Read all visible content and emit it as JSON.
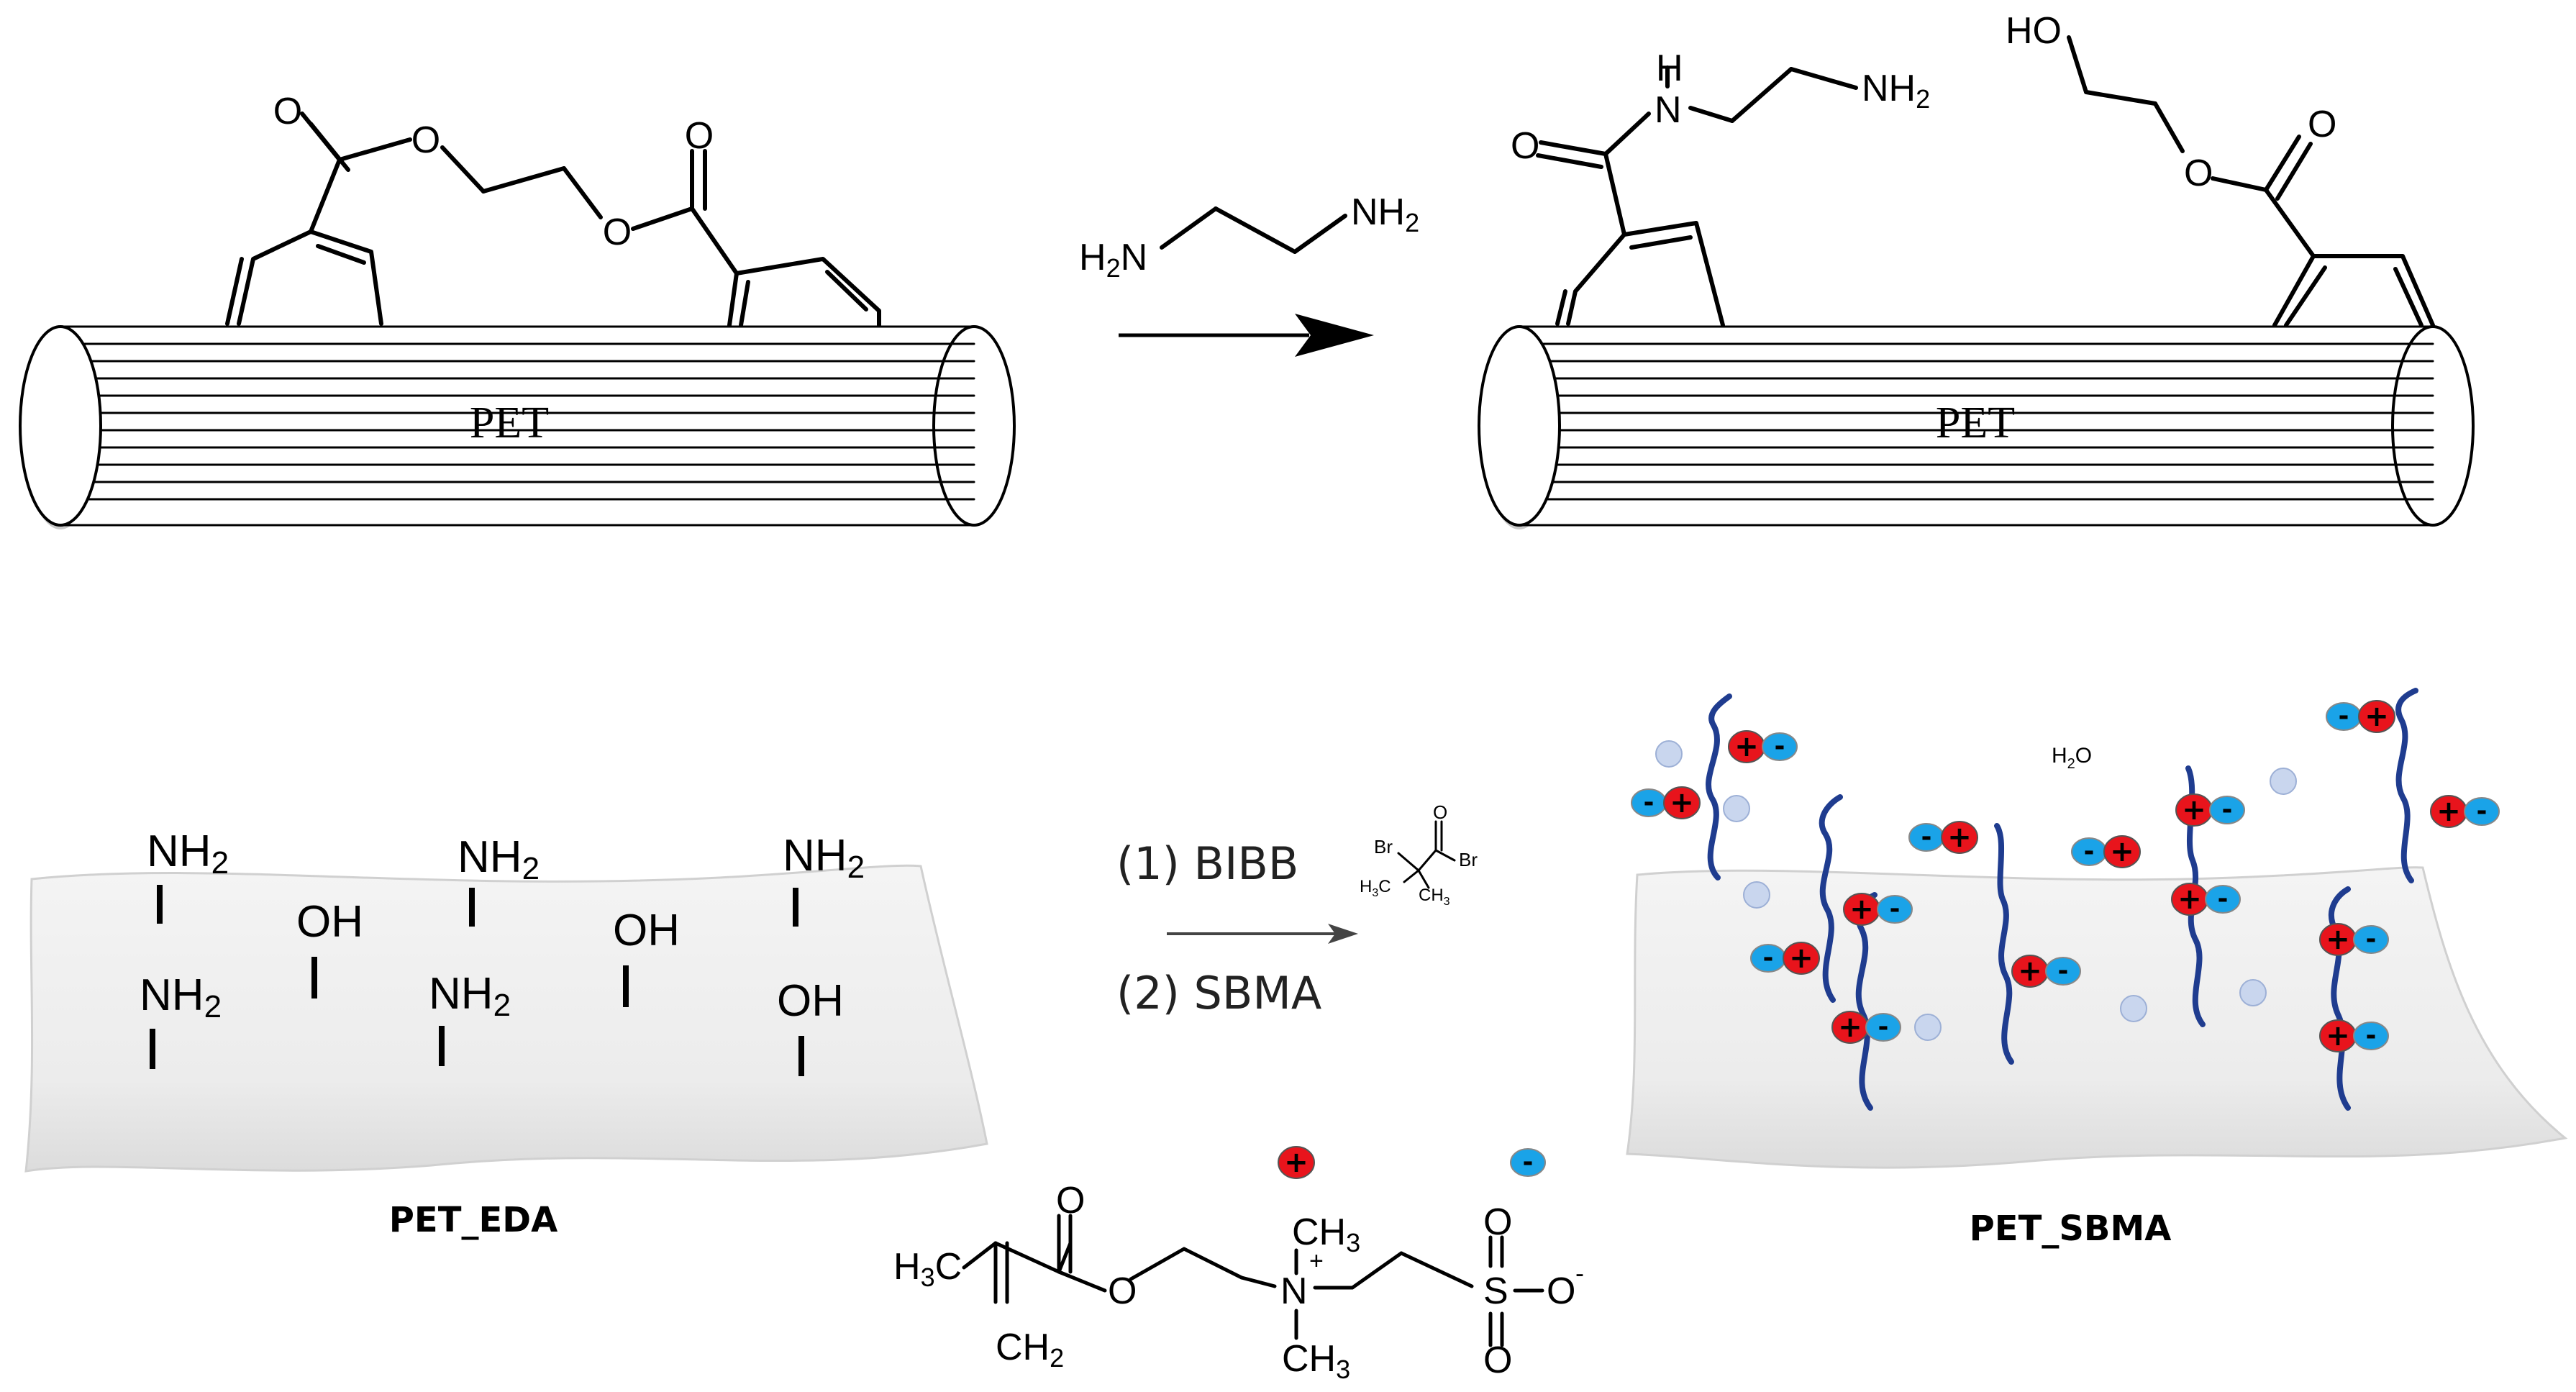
{
  "labels": {
    "pet_left": "PET",
    "pet_right": "PET",
    "pet_eda": "PET_EDA",
    "pet_sbma": "PET_SBMA",
    "step1": "(1) BIBB",
    "step2": "(2) SBMA",
    "water": "H2O"
  },
  "chem": {
    "nh2": "NH2",
    "oh": "OH",
    "o": "O",
    "h": "H",
    "n": "N",
    "h2n": "H2N",
    "ho": "HO",
    "br": "Br",
    "h3c": "H3C",
    "ch3": "CH3",
    "ch2": "CH2",
    "s": "S",
    "plus": "+",
    "minus": "-"
  },
  "colors": {
    "cation": "#e8141c",
    "anion": "#1aa3e8",
    "water": "#c9d6ee",
    "chain": "#1f3c8f",
    "sheet": "#f0f0f0"
  }
}
